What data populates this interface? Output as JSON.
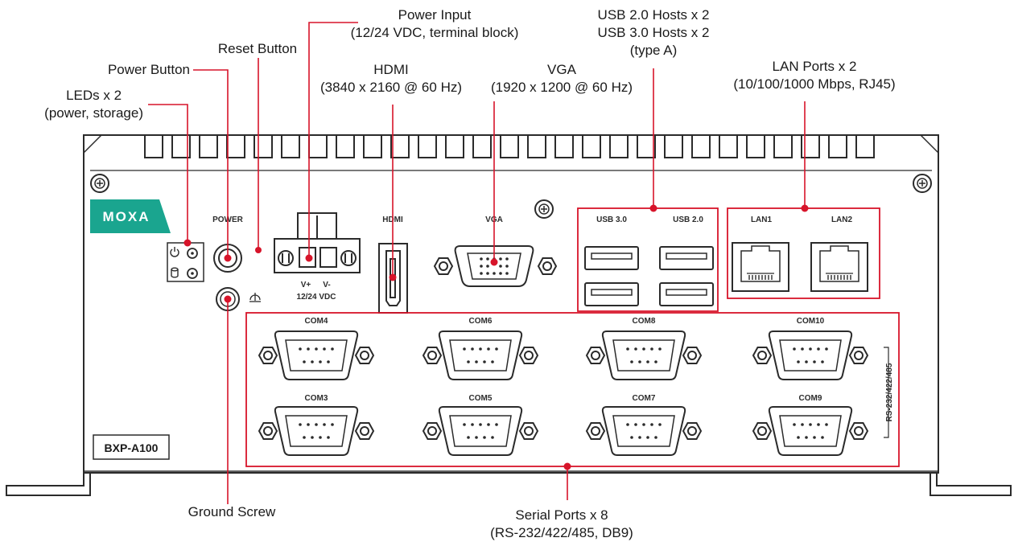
{
  "device": {
    "brand": "MOXA",
    "model": "BXP-A100"
  },
  "panel_labels": {
    "power": "POWER",
    "hdmi": "HDMI",
    "vga": "VGA",
    "usb30": "USB 3.0",
    "usb20": "USB 2.0",
    "lan1": "LAN1",
    "lan2": "LAN2",
    "terminal_plus": "V+",
    "terminal_minus": "V-",
    "terminal_voltage": "12/24 VDC",
    "serial_standard": "RS-232/422/485"
  },
  "com_ports": {
    "top": [
      "COM4",
      "COM6",
      "COM8",
      "COM10"
    ],
    "bottom": [
      "COM3",
      "COM5",
      "COM7",
      "COM9"
    ]
  },
  "callouts": {
    "power_input": [
      "Power Input",
      "(12/24 VDC, terminal block)"
    ],
    "reset_button": [
      "Reset Button"
    ],
    "power_button": [
      "Power Button"
    ],
    "leds": [
      "LEDs x 2",
      "(power, storage)"
    ],
    "hdmi": [
      "HDMI",
      "(3840 x 2160 @ 60 Hz)"
    ],
    "vga": [
      "VGA",
      "(1920 x 1200 @ 60 Hz)"
    ],
    "usb": [
      "USB 2.0 Hosts x 2",
      "USB 3.0 Hosts x 2",
      "(type A)"
    ],
    "lan": [
      "LAN Ports x 2",
      "(10/100/1000 Mbps, RJ45)"
    ],
    "ground_screw": [
      "Ground Screw"
    ],
    "serial": [
      "Serial Ports x 8",
      "(RS-232/422/485, DB9)"
    ]
  },
  "colors": {
    "callout_line": "#d7142a",
    "outline": "#2b2b2b",
    "brand": "#1aa58f"
  },
  "icons": {
    "power_led": "power-symbol-icon",
    "storage_led": "storage-cylinder-icon",
    "ground": "ground-symbol-icon"
  }
}
